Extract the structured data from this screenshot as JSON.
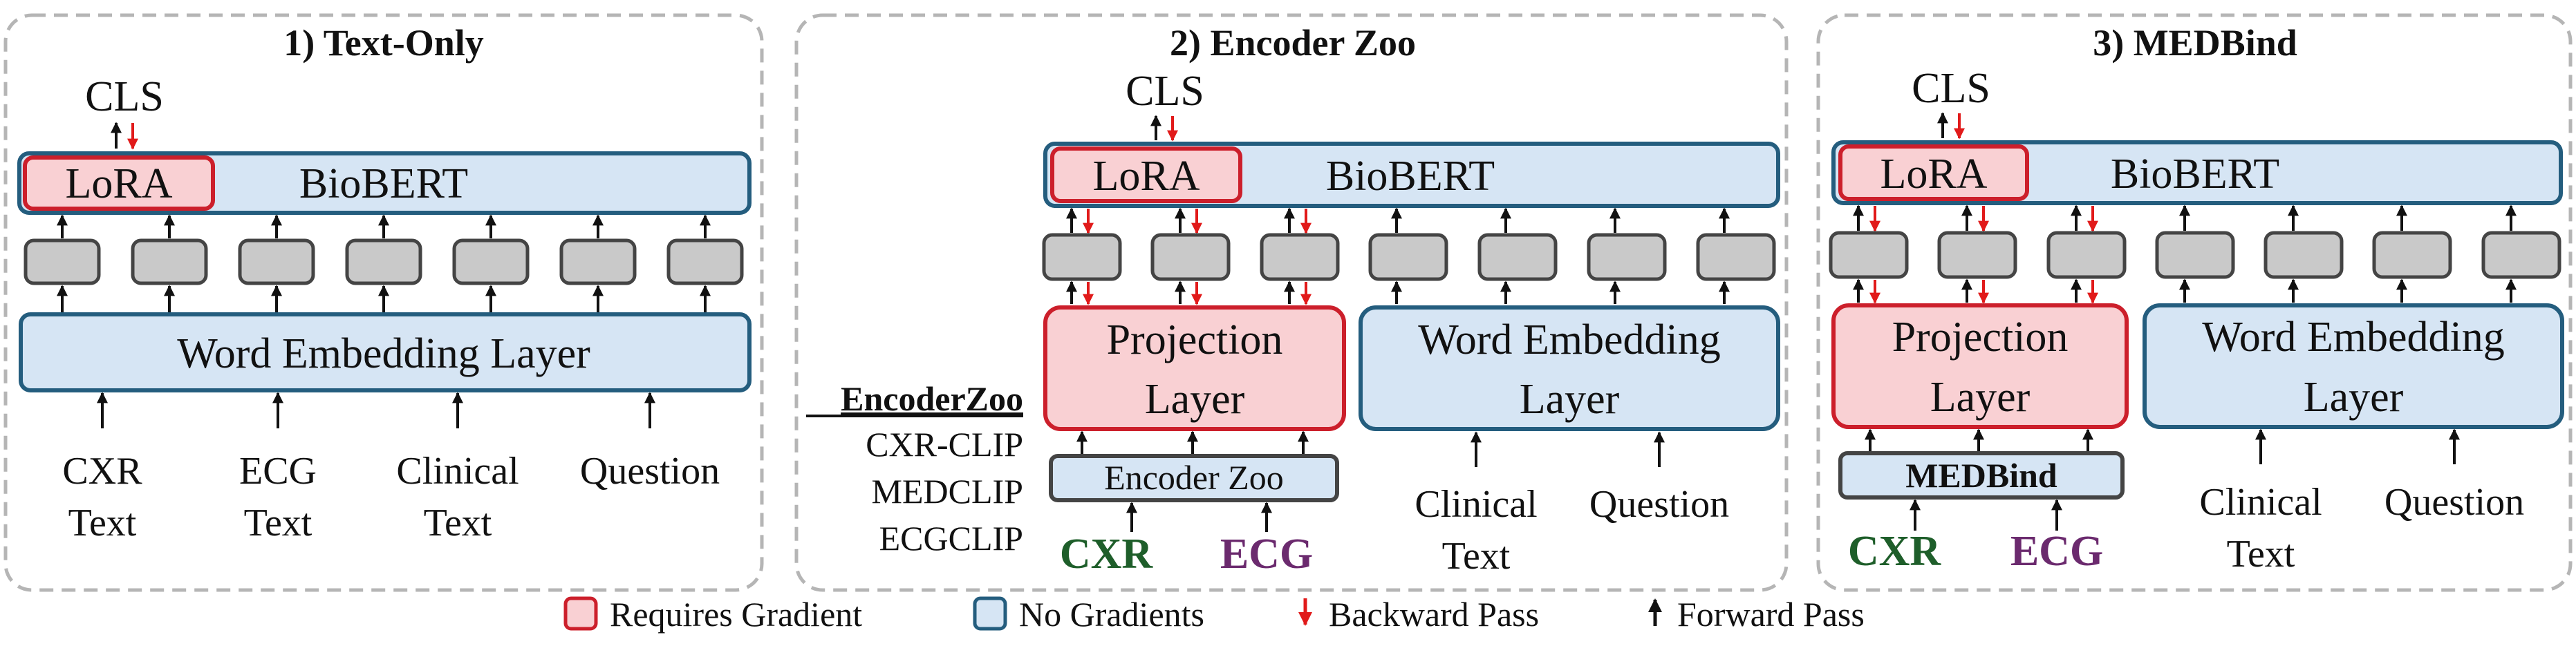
{
  "panels": [
    {
      "title": "1) Text-Only"
    },
    {
      "title": "2) Encoder Zoo"
    },
    {
      "title": "3) MEDBind"
    }
  ],
  "common": {
    "cls": "CLS",
    "lora": "LoRA",
    "biobert": "BioBERT",
    "word_embedding": "Word Embedding Layer",
    "word_embedding_l1": "Word Embedding",
    "word_embedding_l2": "Layer",
    "projection_l1": "Projection",
    "projection_l2": "Layer"
  },
  "panel1": {
    "inputs": [
      {
        "l1": "CXR",
        "l2": "Text"
      },
      {
        "l1": "ECG",
        "l2": "Text"
      },
      {
        "l1": "Clinical",
        "l2": "Text"
      },
      {
        "l1": "Question",
        "l2": ""
      }
    ]
  },
  "panel2": {
    "encoder_box": "Encoder Zoo",
    "zoo_heading": "EncoderZoo",
    "zoo_items": [
      "CXR-CLIP",
      "MEDCLIP",
      "ECGCLIP"
    ],
    "cxr": "CXR",
    "ecg": "ECG",
    "clinical_l1": "Clinical",
    "clinical_l2": "Text",
    "question": "Question"
  },
  "panel3": {
    "encoder_box": "MEDBind",
    "cxr": "CXR",
    "ecg": "ECG",
    "clinical_l1": "Clinical",
    "clinical_l2": "Text",
    "question": "Question"
  },
  "legend": {
    "requires_gradient": "Requires Gradient",
    "no_gradients": "No Gradients",
    "backward_pass": "Backward Pass",
    "forward_pass": "Forward Pass"
  },
  "colors": {
    "red_fill": "#f9d0d3",
    "red_border": "#cc1f2b",
    "blue_fill": "#d6e5f4",
    "blue_border": "#245d7e",
    "gray_fill": "#c9c9c9",
    "gray_border": "#444444",
    "backward_arrow": "#e11a1a",
    "forward_arrow": "#111111",
    "cxr_text": "#1e5e2a",
    "ecg_text": "#6b2a6e"
  }
}
